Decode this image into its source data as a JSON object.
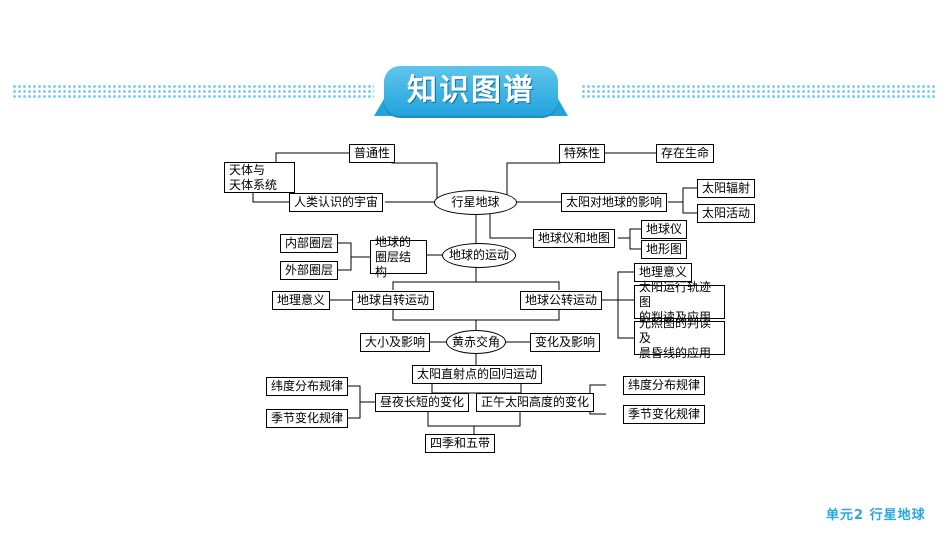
{
  "header": {
    "title": "知识图谱"
  },
  "map": {
    "puton": "普通性",
    "teshu": "特殊性",
    "cunzai": "存在生命",
    "tianti1": "天体与",
    "tianti2": "天体系统",
    "renlei": "人类认识的宇宙",
    "xingxing": "行星地球",
    "taiyang_impact": "太阳对地球的影响",
    "fushe": "太阳辐射",
    "huodong": "太阳活动",
    "diqiuyi_map": "地球仪和地图",
    "diqiuyi": "地球仪",
    "dixingtu": "地形图",
    "neibu": "内部圈层",
    "waibu": "外部圈层",
    "quanceng1": "地球的",
    "quanceng2": "圈层结构",
    "yundong": "地球的运动",
    "yiyi_right": "地理意义",
    "guiji1": "太阳运行轨迹图",
    "guiji2": "的判读及应用",
    "guangzhao1": "光照图的判读及",
    "guangzhao2": "晨昏线的应用",
    "yiyi_left": "地理意义",
    "zizhuan": "地球自转运动",
    "gongzhuan": "地球公转运动",
    "daxiao": "大小及影响",
    "huangchi": "黄赤交角",
    "bianhua": "变化及影响",
    "zhishe": "太阳直射点的回归运动",
    "weidu_left": "纬度分布规律",
    "jijie_left": "季节变化规律",
    "zhouye": "昼夜长短的变化",
    "zhengwu": "正午太阳高度的变化",
    "weidu_right": "纬度分布规律",
    "jijie_right": "季节变化规律",
    "siji": "四季和五带"
  },
  "footer": {
    "unit": "单元2 行星地球"
  },
  "colors": {
    "accent": "#22a3dc",
    "dots": "#7fd0ee",
    "footer": "#2aa8de"
  }
}
